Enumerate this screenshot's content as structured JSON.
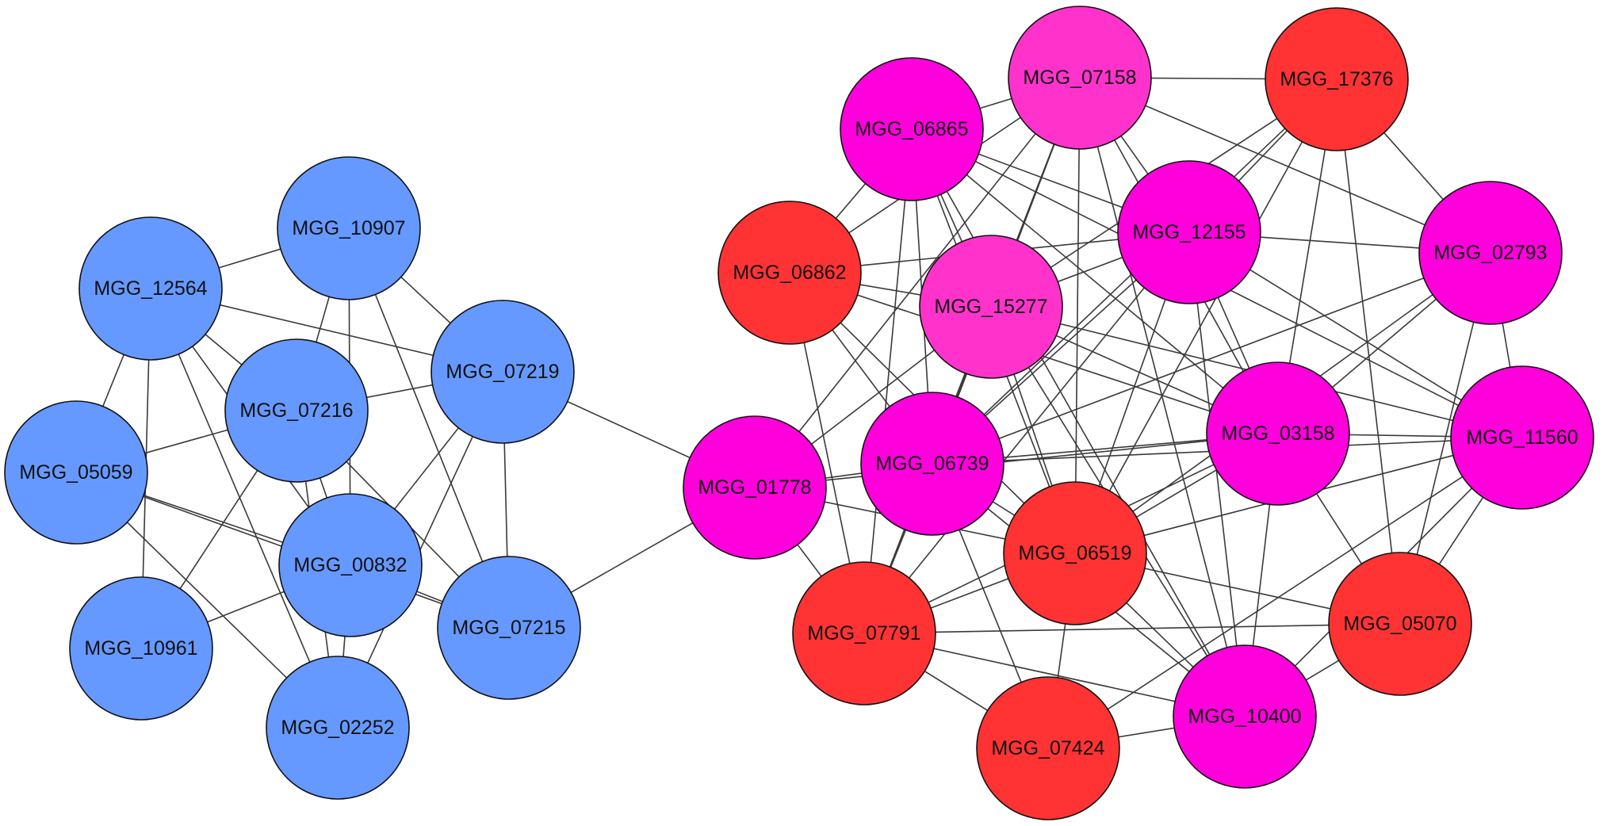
{
  "colors": {
    "blue": "#6699ff",
    "magenta": "#ff00dd",
    "pink": "#ff33cc",
    "red": "#ff3333"
  },
  "nodes": [
    {
      "id": "MGG_10907",
      "label": "MGG_10907",
      "color": "blue"
    },
    {
      "id": "MGG_12564",
      "label": "MGG_12564",
      "color": "blue"
    },
    {
      "id": "MGG_07219",
      "label": "MGG_07219",
      "color": "blue"
    },
    {
      "id": "MGG_07216",
      "label": "MGG_07216",
      "color": "blue"
    },
    {
      "id": "MGG_05059",
      "label": "MGG_05059",
      "color": "blue"
    },
    {
      "id": "MGG_00832",
      "label": "MGG_00832",
      "color": "blue"
    },
    {
      "id": "MGG_07215",
      "label": "MGG_07215",
      "color": "blue"
    },
    {
      "id": "MGG_10961",
      "label": "MGG_10961",
      "color": "blue"
    },
    {
      "id": "MGG_02252",
      "label": "MGG_02252",
      "color": "blue"
    },
    {
      "id": "MGG_07158",
      "label": "MGG_07158",
      "color": "pink"
    },
    {
      "id": "MGG_06865",
      "label": "MGG_06865",
      "color": "magenta"
    },
    {
      "id": "MGG_17376",
      "label": "MGG_17376",
      "color": "red"
    },
    {
      "id": "MGG_12155",
      "label": "MGG_12155",
      "color": "magenta"
    },
    {
      "id": "MGG_06862",
      "label": "MGG_06862",
      "color": "red"
    },
    {
      "id": "MGG_15277",
      "label": "MGG_15277",
      "color": "pink"
    },
    {
      "id": "MGG_02793",
      "label": "MGG_02793",
      "color": "magenta"
    },
    {
      "id": "MGG_01778",
      "label": "MGG_01778",
      "color": "magenta"
    },
    {
      "id": "MGG_06739",
      "label": "MGG_06739",
      "color": "magenta"
    },
    {
      "id": "MGG_03158",
      "label": "MGG_03158",
      "color": "magenta"
    },
    {
      "id": "MGG_11560",
      "label": "MGG_11560",
      "color": "magenta"
    },
    {
      "id": "MGG_06519",
      "label": "MGG_06519",
      "color": "red"
    },
    {
      "id": "MGG_07791",
      "label": "MGG_07791",
      "color": "red"
    },
    {
      "id": "MGG_05070",
      "label": "MGG_05070",
      "color": "red"
    },
    {
      "id": "MGG_10400",
      "label": "MGG_10400",
      "color": "magenta"
    },
    {
      "id": "MGG_07424",
      "label": "MGG_07424",
      "color": "red"
    }
  ],
  "edges": [
    [
      "MGG_12564",
      "MGG_10907"
    ],
    [
      "MGG_12564",
      "MGG_07216"
    ],
    [
      "MGG_12564",
      "MGG_07219"
    ],
    [
      "MGG_12564",
      "MGG_05059"
    ],
    [
      "MGG_12564",
      "MGG_00832"
    ],
    [
      "MGG_12564",
      "MGG_10961"
    ],
    [
      "MGG_12564",
      "MGG_02252"
    ],
    [
      "MGG_10907",
      "MGG_07219"
    ],
    [
      "MGG_10907",
      "MGG_07216"
    ],
    [
      "MGG_10907",
      "MGG_00832"
    ],
    [
      "MGG_10907",
      "MGG_07215"
    ],
    [
      "MGG_07219",
      "MGG_07216"
    ],
    [
      "MGG_07219",
      "MGG_00832"
    ],
    [
      "MGG_07219",
      "MGG_07215"
    ],
    [
      "MGG_07219",
      "MGG_02252"
    ],
    [
      "MGG_07219",
      "MGG_01778"
    ],
    [
      "MGG_07216",
      "MGG_05059"
    ],
    [
      "MGG_07216",
      "MGG_00832"
    ],
    [
      "MGG_07216",
      "MGG_07215"
    ],
    [
      "MGG_07216",
      "MGG_10961"
    ],
    [
      "MGG_07216",
      "MGG_02252"
    ],
    [
      "MGG_05059",
      "MGG_00832"
    ],
    [
      "MGG_05059",
      "MGG_07215"
    ],
    [
      "MGG_05059",
      "MGG_02252"
    ],
    [
      "MGG_00832",
      "MGG_07215"
    ],
    [
      "MGG_00832",
      "MGG_10961"
    ],
    [
      "MGG_00832",
      "MGG_02252"
    ],
    [
      "MGG_07215",
      "MGG_01778"
    ],
    [
      "MGG_07158",
      "MGG_06865"
    ],
    [
      "MGG_07158",
      "MGG_17376"
    ],
    [
      "MGG_07158",
      "MGG_12155"
    ],
    [
      "MGG_07158",
      "MGG_15277"
    ],
    [
      "MGG_07158",
      "MGG_06739"
    ],
    [
      "MGG_07158",
      "MGG_03158"
    ],
    [
      "MGG_07158",
      "MGG_06519"
    ],
    [
      "MGG_07158",
      "MGG_07791"
    ],
    [
      "MGG_07158",
      "MGG_10400"
    ],
    [
      "MGG_07158",
      "MGG_02793"
    ],
    [
      "MGG_07158",
      "MGG_01778"
    ],
    [
      "MGG_07158",
      "MGG_06862"
    ],
    [
      "MGG_06865",
      "MGG_12155"
    ],
    [
      "MGG_06865",
      "MGG_15277"
    ],
    [
      "MGG_06865",
      "MGG_06862"
    ],
    [
      "MGG_06865",
      "MGG_06739"
    ],
    [
      "MGG_06865",
      "MGG_03158"
    ],
    [
      "MGG_06865",
      "MGG_06519"
    ],
    [
      "MGG_06865",
      "MGG_07791"
    ],
    [
      "MGG_06865",
      "MGG_10400"
    ],
    [
      "MGG_06865",
      "MGG_11560"
    ],
    [
      "MGG_17376",
      "MGG_12155"
    ],
    [
      "MGG_17376",
      "MGG_02793"
    ],
    [
      "MGG_17376",
      "MGG_15277"
    ],
    [
      "MGG_17376",
      "MGG_06739"
    ],
    [
      "MGG_17376",
      "MGG_03158"
    ],
    [
      "MGG_17376",
      "MGG_06519"
    ],
    [
      "MGG_17376",
      "MGG_05070"
    ],
    [
      "MGG_12155",
      "MGG_02793"
    ],
    [
      "MGG_12155",
      "MGG_15277"
    ],
    [
      "MGG_12155",
      "MGG_06862"
    ],
    [
      "MGG_12155",
      "MGG_06739"
    ],
    [
      "MGG_12155",
      "MGG_03158"
    ],
    [
      "MGG_12155",
      "MGG_06519"
    ],
    [
      "MGG_12155",
      "MGG_10400"
    ],
    [
      "MGG_12155",
      "MGG_07791"
    ],
    [
      "MGG_12155",
      "MGG_11560"
    ],
    [
      "MGG_06862",
      "MGG_15277"
    ],
    [
      "MGG_06862",
      "MGG_06739"
    ],
    [
      "MGG_06862",
      "MGG_03158"
    ],
    [
      "MGG_06862",
      "MGG_06519"
    ],
    [
      "MGG_06862",
      "MGG_07791"
    ],
    [
      "MGG_15277",
      "MGG_06739"
    ],
    [
      "MGG_15277",
      "MGG_03158"
    ],
    [
      "MGG_15277",
      "MGG_06519"
    ],
    [
      "MGG_15277",
      "MGG_07791"
    ],
    [
      "MGG_15277",
      "MGG_10400"
    ],
    [
      "MGG_15277",
      "MGG_11560"
    ],
    [
      "MGG_15277",
      "MGG_01778"
    ],
    [
      "MGG_02793",
      "MGG_06739"
    ],
    [
      "MGG_02793",
      "MGG_03158"
    ],
    [
      "MGG_02793",
      "MGG_06519"
    ],
    [
      "MGG_02793",
      "MGG_11560"
    ],
    [
      "MGG_02793",
      "MGG_05070"
    ],
    [
      "MGG_01778",
      "MGG_06739"
    ],
    [
      "MGG_01778",
      "MGG_03158"
    ],
    [
      "MGG_01778",
      "MGG_07791"
    ],
    [
      "MGG_01778",
      "MGG_06519"
    ],
    [
      "MGG_06739",
      "MGG_03158"
    ],
    [
      "MGG_06739",
      "MGG_11560"
    ],
    [
      "MGG_06739",
      "MGG_06519"
    ],
    [
      "MGG_06739",
      "MGG_07791"
    ],
    [
      "MGG_06739",
      "MGG_10400"
    ],
    [
      "MGG_06739",
      "MGG_07424"
    ],
    [
      "MGG_03158",
      "MGG_11560"
    ],
    [
      "MGG_03158",
      "MGG_06519"
    ],
    [
      "MGG_03158",
      "MGG_10400"
    ],
    [
      "MGG_03158",
      "MGG_05070"
    ],
    [
      "MGG_03158",
      "MGG_07791"
    ],
    [
      "MGG_11560",
      "MGG_06519"
    ],
    [
      "MGG_11560",
      "MGG_05070"
    ],
    [
      "MGG_11560",
      "MGG_10400"
    ],
    [
      "MGG_11560",
      "MGG_07424"
    ],
    [
      "MGG_06519",
      "MGG_07791"
    ],
    [
      "MGG_06519",
      "MGG_10400"
    ],
    [
      "MGG_06519",
      "MGG_05070"
    ],
    [
      "MGG_06519",
      "MGG_07424"
    ],
    [
      "MGG_07791",
      "MGG_05070"
    ],
    [
      "MGG_07791",
      "MGG_10400"
    ],
    [
      "MGG_07791",
      "MGG_07424"
    ],
    [
      "MGG_05070",
      "MGG_10400"
    ],
    [
      "MGG_10400",
      "MGG_07424"
    ]
  ]
}
